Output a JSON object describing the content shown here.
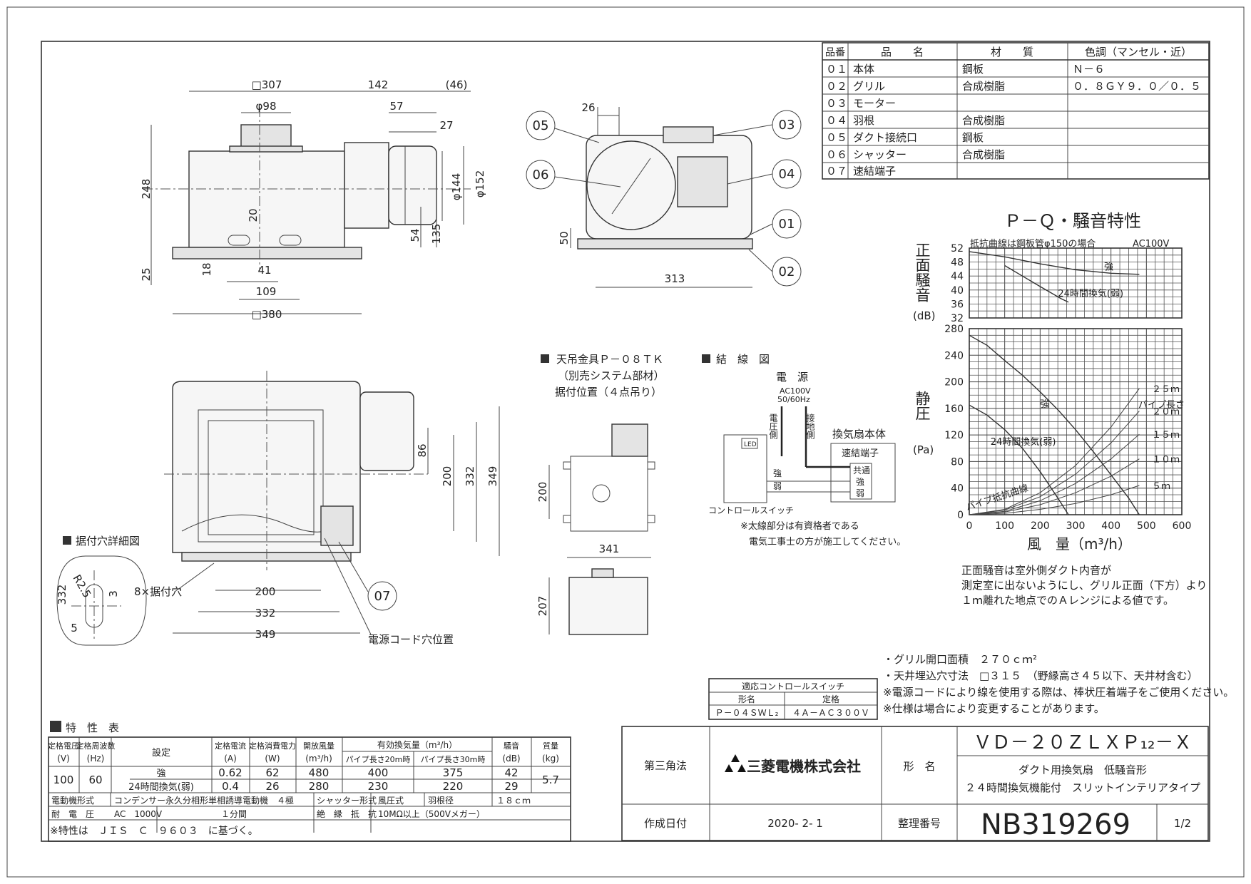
{
  "parts_table": {
    "headers": [
      "品番",
      "品　　名",
      "材　　質",
      "色調（マンセル・近）"
    ],
    "rows": [
      [
        "０１",
        "本体",
        "鋼板",
        "Ｎ－６"
      ],
      [
        "０２",
        "グリル",
        "合成樹脂",
        "０．８ＧＹ９．０／０．５"
      ],
      [
        "０３",
        "モーター",
        "",
        ""
      ],
      [
        "０４",
        "羽根",
        "合成樹脂",
        ""
      ],
      [
        "０５",
        "ダクト接続口",
        "鋼板",
        ""
      ],
      [
        "０６",
        "シャッター",
        "合成樹脂",
        ""
      ],
      [
        "０７",
        "速結端子",
        "",
        ""
      ]
    ]
  },
  "side_view": {
    "dims": [
      "□307",
      "142",
      "(46)",
      "φ98",
      "57",
      "27",
      "248",
      "φ144",
      "φ152",
      "20",
      "54",
      "135",
      "18",
      "41",
      "25",
      "109",
      "□380"
    ]
  },
  "front_view": {
    "dims": [
      "26",
      "50",
      "313"
    ],
    "callouts": [
      "05",
      "06",
      "03",
      "04",
      "01",
      "02"
    ]
  },
  "bottom_view": {
    "dims": [
      "86",
      "200",
      "332",
      "349",
      "200",
      "332",
      "349"
    ],
    "mount_hole_label": "8×据付穴",
    "cord_label": "電源コード穴位置",
    "callout": "07"
  },
  "mount_detail": {
    "title": "据付穴詳細図",
    "dims": [
      "R2.5",
      "332",
      "3",
      "5"
    ]
  },
  "hanger": {
    "title": "天吊金具Ｐ－０８ＴＫ",
    "line2": "（別売システム部材）",
    "line3": "据付位置（４点吊り）",
    "dims": [
      "200",
      "341",
      "207"
    ]
  },
  "wiring": {
    "title": "結　線　図",
    "power": "電　源",
    "ac": "AC100V",
    "hz": "50/60Hz",
    "voltage_side": "電圧側",
    "ground_side": "接地側",
    "fan_body": "換気扇本体",
    "terminal": "速結端子",
    "common": "共通",
    "strong": "強",
    "weak": "弱",
    "led": "LED",
    "switch": "コントロールスイッチ",
    "note1": "※太線部分は有資格者である",
    "note2": "電気工事士の方が施工してください。"
  },
  "chart_data": {
    "type": "line",
    "title": "Ｐ－Ｑ・騒音特性",
    "noise_panel": {
      "ylabel": "正面騒音",
      "yunit": "(dB)",
      "ylim": [
        32,
        52
      ],
      "yticks": [
        32,
        36,
        40,
        44,
        48,
        52
      ],
      "note": "抵抗曲線は鋼板管φ150の場合",
      "voltage": "AC100V",
      "series": [
        {
          "name": "強",
          "x": [
            0,
            100,
            200,
            300,
            400,
            480
          ],
          "y": [
            51,
            49.5,
            47.5,
            45.8,
            44.8,
            44.5
          ]
        },
        {
          "name": "24時間換気(弱)",
          "x": [
            100,
            150,
            200,
            260,
            280
          ],
          "y": [
            47,
            44,
            41,
            37.5,
            36.5
          ]
        }
      ]
    },
    "pq_panel": {
      "ylabel": "静圧",
      "yunit": "(Pa)",
      "xlabel": "風　量（m³/h）",
      "xlim": [
        0,
        600
      ],
      "xticks": [
        0,
        100,
        200,
        300,
        400,
        500,
        600
      ],
      "ylim": [
        0,
        280
      ],
      "yticks": [
        0,
        40,
        80,
        120,
        160,
        200,
        240,
        280
      ],
      "series": [
        {
          "name": "強",
          "x": [
            0,
            50,
            100,
            150,
            200,
            250,
            300,
            350,
            400,
            450,
            480
          ],
          "y": [
            270,
            255,
            232,
            210,
            185,
            158,
            128,
            95,
            60,
            25,
            0
          ]
        },
        {
          "name": "24時間換気(弱)",
          "x": [
            0,
            50,
            100,
            150,
            200,
            250,
            280
          ],
          "y": [
            165,
            150,
            128,
            100,
            65,
            25,
            0
          ]
        }
      ],
      "resistance_label": "パイプ抵抗曲線",
      "pipe_title": "パイプ長さ",
      "pipe_curves": [
        {
          "name": "５ｍ",
          "x": [
            0,
            100,
            200,
            300,
            400,
            480
          ],
          "y": [
            0,
            2,
            8,
            17,
            30,
            44
          ]
        },
        {
          "name": "１０ｍ",
          "x": [
            0,
            100,
            200,
            300,
            400,
            480
          ],
          "y": [
            0,
            4,
            15,
            33,
            58,
            84
          ]
        },
        {
          "name": "１５ｍ",
          "x": [
            0,
            100,
            200,
            300,
            400,
            480
          ],
          "y": [
            0,
            5,
            21,
            47,
            84,
            121
          ]
        },
        {
          "name": "２０ｍ",
          "x": [
            0,
            100,
            200,
            300,
            400,
            480
          ],
          "y": [
            0,
            7,
            27,
            61,
            108,
            156
          ]
        },
        {
          "name": "２５ｍ",
          "x": [
            0,
            100,
            200,
            300,
            400,
            480
          ],
          "y": [
            0,
            8,
            33,
            74,
            132,
            190
          ]
        }
      ]
    },
    "caption": [
      "正面騒音は室外側ダクト内音が",
      "測定室に出ないようにし、グリル正面（下方）より",
      "１ｍ離れた地点でのＡレンジによる値です。"
    ]
  },
  "notes": [
    "・グリル開口面積　２７０ｃｍ²",
    "・天井埋込穴寸法　□３１５　（野縁高さ４５以下、天井材含む）",
    "※電源コードにより線を使用する際は、棒状圧着端子をご使用ください。",
    "※仕様は場合により変更することがあります。"
  ],
  "switch_table": {
    "title": "適応コントロールスイッチ",
    "headers": [
      "形名",
      "定格"
    ],
    "row": [
      "Ｐ－０４ＳＷＬ₂",
      "４Ａ－ＡＣ３００Ｖ"
    ]
  },
  "spec_table": {
    "title": "特　性　表",
    "h_voltage": "定格電圧",
    "h_voltage_u": "(V)",
    "h_freq": "定格周波数",
    "h_freq_u": "(Hz)",
    "h_setting": "設定",
    "h_current": "定格電流",
    "h_current_u": "(A)",
    "h_power": "定格消費電力",
    "h_power_u": "(W)",
    "h_openair": "開放風量",
    "h_openair_u": "(m³/h)",
    "h_effective": "有効換気量（m³/h）",
    "h_pipe20": "パイプ長さ20m時",
    "h_pipe30": "パイプ長さ30m時",
    "h_noise": "騒音",
    "h_noise_u": "(dB)",
    "h_mass": "質量",
    "h_mass_u": "(kg)",
    "voltage": "100",
    "freq": "60",
    "mass": "5.7",
    "rows": [
      [
        "強",
        "0.62",
        "62",
        "480",
        "400",
        "375",
        "42"
      ],
      [
        "24時間換気(弱)",
        "0.4",
        "26",
        "280",
        "230",
        "220",
        "29"
      ]
    ],
    "motor_label": "電動機形式",
    "motor_value": "コンデンサー永久分相形単相誘導電動機　４極",
    "shutter_label": "シャッター形式",
    "shutter_value": "風圧式",
    "blade_label": "羽根径",
    "blade_value": "１８ｃｍ",
    "withstand_label": "耐　電　圧",
    "withstand_value": "AC　1000V",
    "withstand_time": "１分間",
    "insulation_label": "絶　縁　抵　抗",
    "insulation_value": "10MΩ以上（500Vメガー）",
    "footnote": "※特性は　ＪＩＳ　Ｃ　９６０３　に基づく。"
  },
  "title_block": {
    "projection": "第三角法",
    "company": "三菱電機株式会社",
    "model_label": "形　名",
    "model": "ＶＤ－２０ＺＬＸＰ₁₂－Ｘ",
    "desc1": "ダクト用換気扇　低騒音形",
    "desc2": "２４時間換気機能付　スリットインテリアタイプ",
    "date_label": "作成日付",
    "date": "2020- 2- 1",
    "number_label": "整理番号",
    "number": "NB319269",
    "page": "1/2"
  }
}
